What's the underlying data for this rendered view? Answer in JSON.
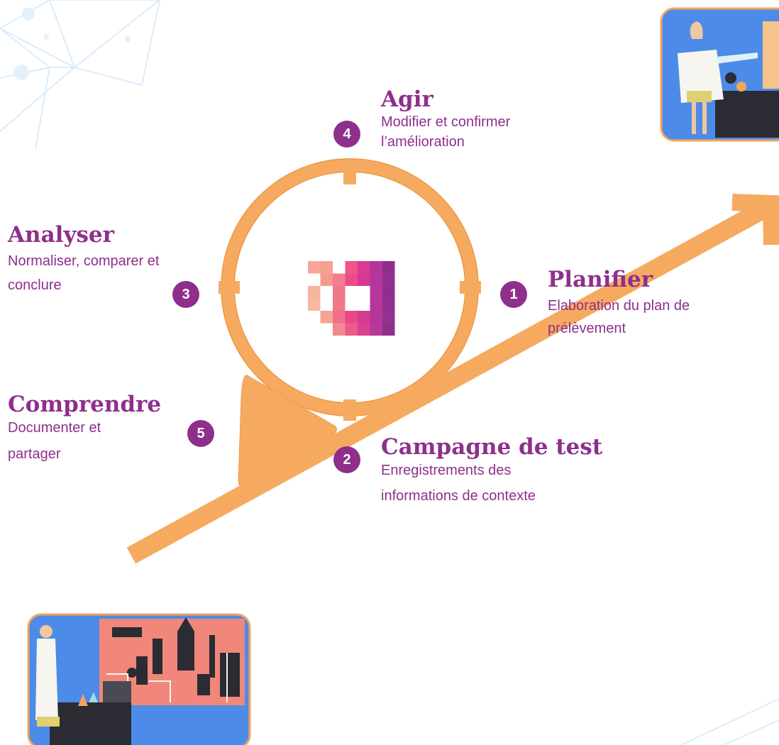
{
  "steps": [
    {
      "number": "1",
      "title": "Planifier",
      "desc_lines": [
        "Elaboration du plan de",
        "prélèvement"
      ]
    },
    {
      "number": "2",
      "title": "Campagne de test",
      "desc_lines": [
        "Enregistrements des",
        "informations de contexte"
      ]
    },
    {
      "number": "3",
      "title": "Analyser",
      "desc_lines": [
        "Normaliser, comparer et",
        "conclure"
      ]
    },
    {
      "number": "4",
      "title": "Agir",
      "desc_lines": [
        "Modifier et confirmer",
        "l’amélioration"
      ]
    },
    {
      "number": "5",
      "title": "Comprendre",
      "desc_lines": [
        "Documenter et",
        "partager"
      ]
    }
  ],
  "colors": {
    "accent_purple": "#8e2f8c",
    "cycle_orange": "#f6aa5f",
    "illustration_blue": "#4d8be8",
    "illustration_coral": "#f0877a"
  },
  "icons": [
    "cycle-circle",
    "trend-arrow",
    "logo-pixel-mark",
    "scientist-illustration-top",
    "factory-illustration-bottom",
    "network-decoration"
  ]
}
